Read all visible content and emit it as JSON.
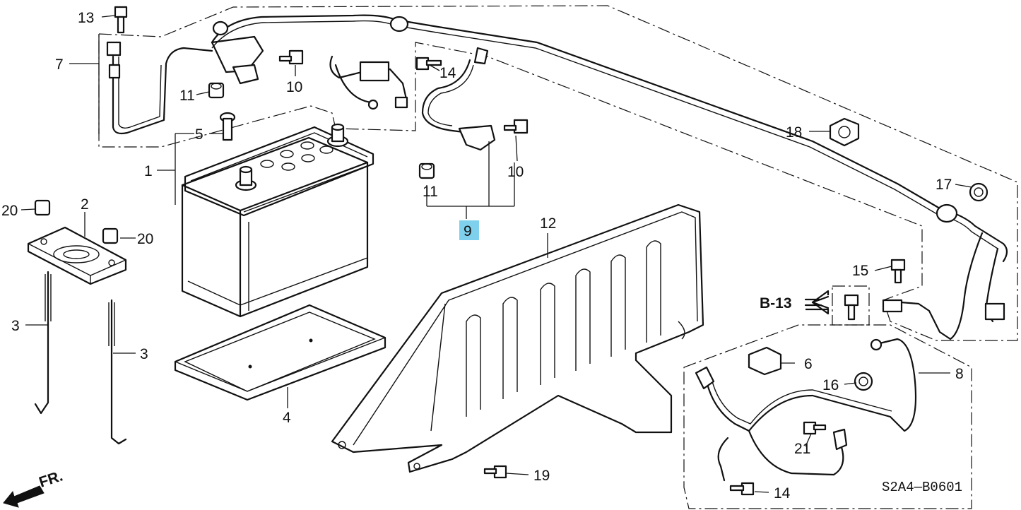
{
  "diagram_code": "S2A4—B0601",
  "front_marker": "FR.",
  "reference_label": "B-13",
  "highlight_color": "#7fd0ec",
  "callouts": [
    {
      "id": "c13",
      "label": "13"
    },
    {
      "id": "c7",
      "label": "7"
    },
    {
      "id": "c11a",
      "label": "11"
    },
    {
      "id": "c10a",
      "label": "10"
    },
    {
      "id": "c14a",
      "label": "14"
    },
    {
      "id": "c5",
      "label": "5"
    },
    {
      "id": "c1",
      "label": "1"
    },
    {
      "id": "c2",
      "label": "2"
    },
    {
      "id": "c20a",
      "label": "20"
    },
    {
      "id": "c20b",
      "label": "20"
    },
    {
      "id": "c11b",
      "label": "11"
    },
    {
      "id": "c10b",
      "label": "10"
    },
    {
      "id": "c9",
      "label": "9"
    },
    {
      "id": "c12",
      "label": "12"
    },
    {
      "id": "c18",
      "label": "18"
    },
    {
      "id": "c17",
      "label": "17"
    },
    {
      "id": "c15",
      "label": "15"
    },
    {
      "id": "c3a",
      "label": "3"
    },
    {
      "id": "c3b",
      "label": "3"
    },
    {
      "id": "c4",
      "label": "4"
    },
    {
      "id": "c6",
      "label": "6"
    },
    {
      "id": "c8",
      "label": "8"
    },
    {
      "id": "c16",
      "label": "16"
    },
    {
      "id": "c21",
      "label": "21"
    },
    {
      "id": "c19",
      "label": "19"
    },
    {
      "id": "c14b",
      "label": "14"
    }
  ]
}
